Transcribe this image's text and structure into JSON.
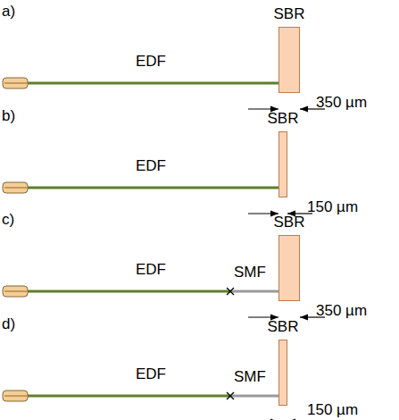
{
  "diagram": {
    "nodes": [
      {
        "text": [
          "SBR"
        ]
      },
      {
        "text": [
          "SBR"
        ]
      },
      {
        "text": [
          "SBR"
        ]
      },
      {
        "text": [
          "SBR"
        ]
      }
    ],
    "labels": [
      "a)",
      "EDF",
      "350 µm",
      "b)",
      "EDF",
      "150 µm",
      "c)",
      "EDF",
      "SMF",
      "350 µm",
      "d)",
      "EDF",
      "SMF",
      "150 µm"
    ]
  }
}
